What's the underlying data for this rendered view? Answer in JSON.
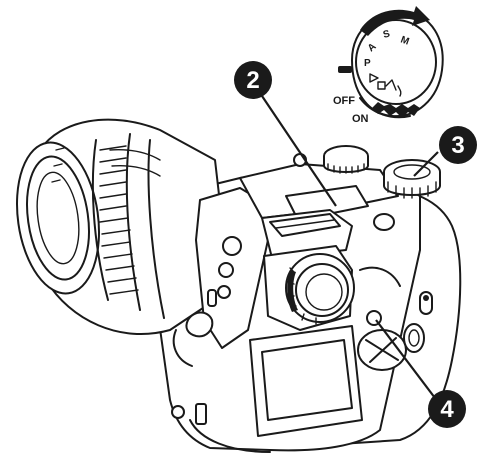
{
  "dial": {
    "modes": [
      "M",
      "S",
      "A",
      "P",
      "▶",
      "⌂",
      "🏃",
      "♪"
    ],
    "off_label": "OFF",
    "on_label": "ON"
  },
  "callouts": [
    {
      "number": "2",
      "name": "callout-2"
    },
    {
      "number": "3",
      "name": "callout-3"
    },
    {
      "number": "4",
      "name": "callout-4"
    }
  ],
  "colors": {
    "ink": "#1a1a1a",
    "paper": "#ffffff"
  }
}
